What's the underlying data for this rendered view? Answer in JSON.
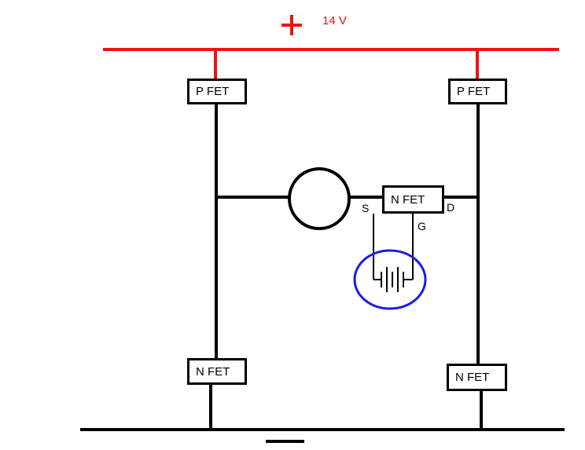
{
  "supply": {
    "plus_symbol": "+",
    "voltage_label": "14 V",
    "color": "#ee1111"
  },
  "transistors": {
    "top_left": "P FET",
    "top_right": "P FET",
    "middle": "N FET",
    "bottom_left": "N FET",
    "bottom_right": "N FET"
  },
  "pins": {
    "source": "S",
    "gate": "G",
    "drain": "D"
  },
  "colors": {
    "wire": "#000000",
    "highlight_circle": "#1a1aee"
  }
}
